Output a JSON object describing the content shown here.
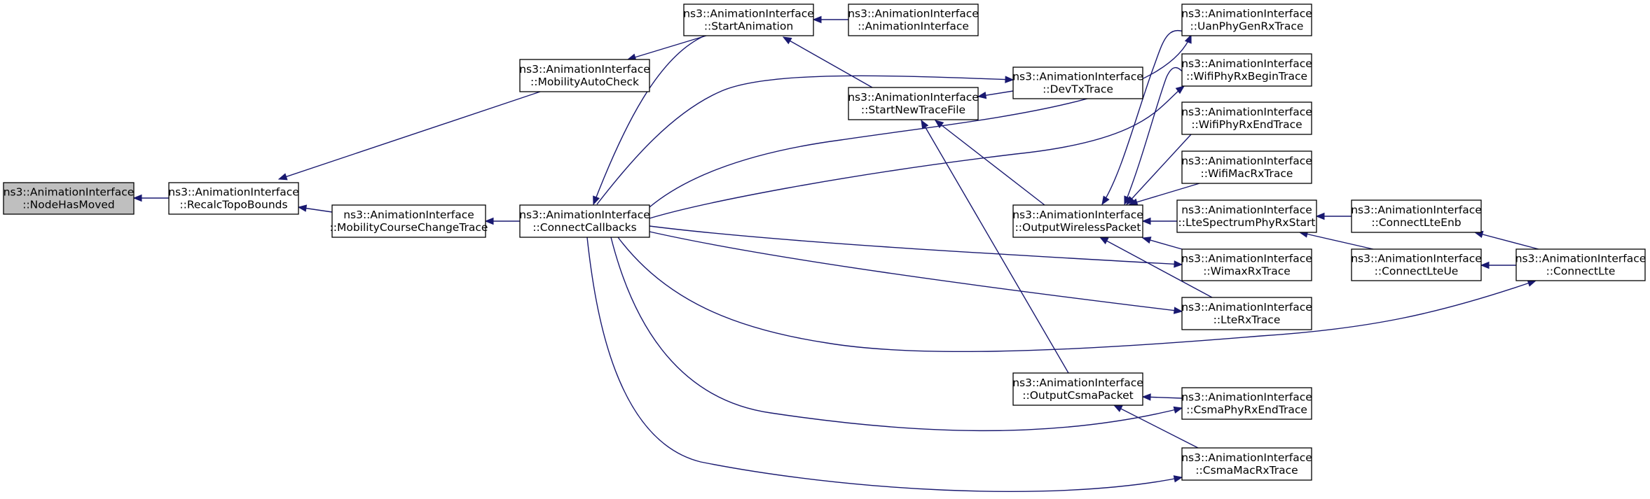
{
  "diagram": {
    "type": "caller-graph",
    "colors": {
      "edge": "#191970",
      "root_fill": "#bfbfbf",
      "node_fill": "#ffffff",
      "border": "#000000"
    },
    "nodes": {
      "n0": {
        "line1": "ns3::AnimationInterface",
        "line2": "::NodeHasMoved"
      },
      "n1": {
        "line1": "ns3::AnimationInterface",
        "line2": "::RecalcTopoBounds"
      },
      "n2": {
        "line1": "ns3::AnimationInterface",
        "line2": "::MobilityAutoCheck"
      },
      "n3": {
        "line1": "ns3::AnimationInterface",
        "line2": "::MobilityCourseChangeTrace"
      },
      "n4": {
        "line1": "ns3::AnimationInterface",
        "line2": "::StartAnimation"
      },
      "n5": {
        "line1": "ns3::AnimationInterface",
        "line2": "::ConnectCallbacks"
      },
      "n6": {
        "line1": "ns3::AnimationInterface",
        "line2": "::AnimationInterface"
      },
      "n7": {
        "line1": "ns3::AnimationInterface",
        "line2": "::StartNewTraceFile"
      },
      "n8": {
        "line1": "ns3::AnimationInterface",
        "line2": "::DevTxTrace"
      },
      "n9": {
        "line1": "ns3::AnimationInterface",
        "line2": "::OutputWirelessPacket"
      },
      "n10": {
        "line1": "ns3::AnimationInterface",
        "line2": "::OutputCsmaPacket"
      },
      "n11": {
        "line1": "ns3::AnimationInterface",
        "line2": "::UanPhyGenRxTrace"
      },
      "n12": {
        "line1": "ns3::AnimationInterface",
        "line2": "::WifiPhyRxBeginTrace"
      },
      "n13": {
        "line1": "ns3::AnimationInterface",
        "line2": "::WifiPhyRxEndTrace"
      },
      "n14": {
        "line1": "ns3::AnimationInterface",
        "line2": "::WifiMacRxTrace"
      },
      "n15": {
        "line1": "ns3::AnimationInterface",
        "line2": "::LteSpectrumPhyRxStart"
      },
      "n16": {
        "line1": "ns3::AnimationInterface",
        "line2": "::WimaxRxTrace"
      },
      "n17": {
        "line1": "ns3::AnimationInterface",
        "line2": "::LteRxTrace"
      },
      "n18": {
        "line1": "ns3::AnimationInterface",
        "line2": "::CsmaPhyRxEndTrace"
      },
      "n19": {
        "line1": "ns3::AnimationInterface",
        "line2": "::CsmaMacRxTrace"
      },
      "n20": {
        "line1": "ns3::AnimationInterface",
        "line2": "::ConnectLteEnb"
      },
      "n21": {
        "line1": "ns3::AnimationInterface",
        "line2": "::ConnectLteUe"
      },
      "n22": {
        "line1": "ns3::AnimationInterface",
        "line2": "::ConnectLte"
      }
    }
  }
}
